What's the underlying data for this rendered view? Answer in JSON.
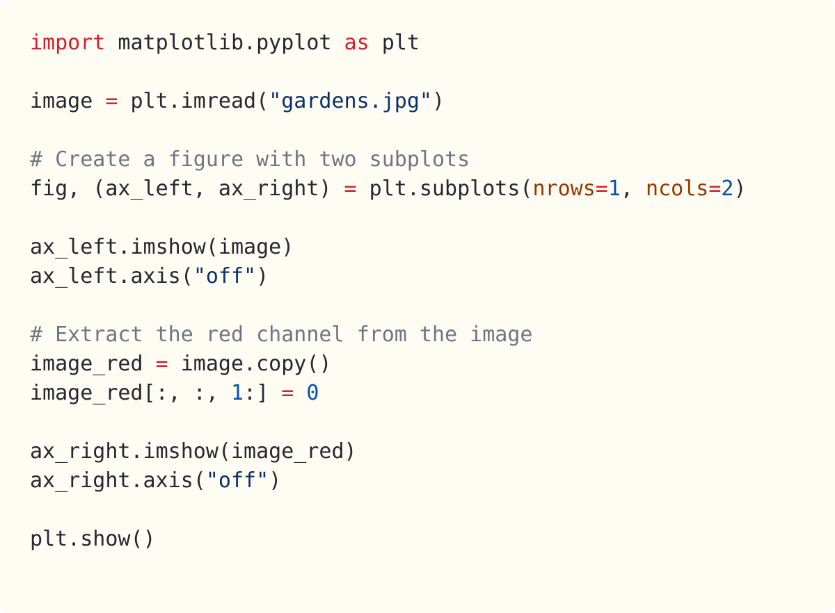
{
  "code": {
    "language": "python",
    "lines": [
      [
        {
          "t": "import",
          "k": "keyword"
        },
        {
          "t": " matplotlib.pyplot ",
          "k": "plain"
        },
        {
          "t": "as",
          "k": "keyword"
        },
        {
          "t": " plt",
          "k": "plain"
        }
      ],
      [],
      [
        {
          "t": "image ",
          "k": "plain"
        },
        {
          "t": "=",
          "k": "operator"
        },
        {
          "t": " plt.imread(",
          "k": "plain"
        },
        {
          "t": "\"gardens.jpg\"",
          "k": "string"
        },
        {
          "t": ")",
          "k": "plain"
        }
      ],
      [],
      [
        {
          "t": "# Create a figure with two subplots",
          "k": "comment"
        }
      ],
      [
        {
          "t": "fig, (ax_left, ax_right) ",
          "k": "plain"
        },
        {
          "t": "=",
          "k": "operator"
        },
        {
          "t": " plt.subplots(",
          "k": "plain"
        },
        {
          "t": "nrows",
          "k": "param"
        },
        {
          "t": "=",
          "k": "operator"
        },
        {
          "t": "1",
          "k": "number"
        },
        {
          "t": ", ",
          "k": "plain"
        },
        {
          "t": "ncols",
          "k": "param"
        },
        {
          "t": "=",
          "k": "operator"
        },
        {
          "t": "2",
          "k": "number"
        },
        {
          "t": ")",
          "k": "plain"
        }
      ],
      [],
      [
        {
          "t": "ax_left.imshow(image)",
          "k": "plain"
        }
      ],
      [
        {
          "t": "ax_left.axis(",
          "k": "plain"
        },
        {
          "t": "\"off\"",
          "k": "string"
        },
        {
          "t": ")",
          "k": "plain"
        }
      ],
      [],
      [
        {
          "t": "# Extract the red channel from the image",
          "k": "comment"
        }
      ],
      [
        {
          "t": "image_red ",
          "k": "plain"
        },
        {
          "t": "=",
          "k": "operator"
        },
        {
          "t": " image.copy()",
          "k": "plain"
        }
      ],
      [
        {
          "t": "image_red[:, :, ",
          "k": "plain"
        },
        {
          "t": "1",
          "k": "number"
        },
        {
          "t": ":] ",
          "k": "plain"
        },
        {
          "t": "=",
          "k": "operator"
        },
        {
          "t": " ",
          "k": "plain"
        },
        {
          "t": "0",
          "k": "number"
        }
      ],
      [],
      [
        {
          "t": "ax_right.imshow(image_red)",
          "k": "plain"
        }
      ],
      [
        {
          "t": "ax_right.axis(",
          "k": "plain"
        },
        {
          "t": "\"off\"",
          "k": "string"
        },
        {
          "t": ")",
          "k": "plain"
        }
      ],
      [],
      [
        {
          "t": "plt.show()",
          "k": "plain"
        }
      ]
    ]
  },
  "colors": {
    "background": "#fffcf4",
    "plain": "#24292f",
    "keyword": "#cf222e",
    "string": "#0a3069",
    "comment": "#6e7781",
    "number": "#0550ae",
    "param": "#953800"
  }
}
